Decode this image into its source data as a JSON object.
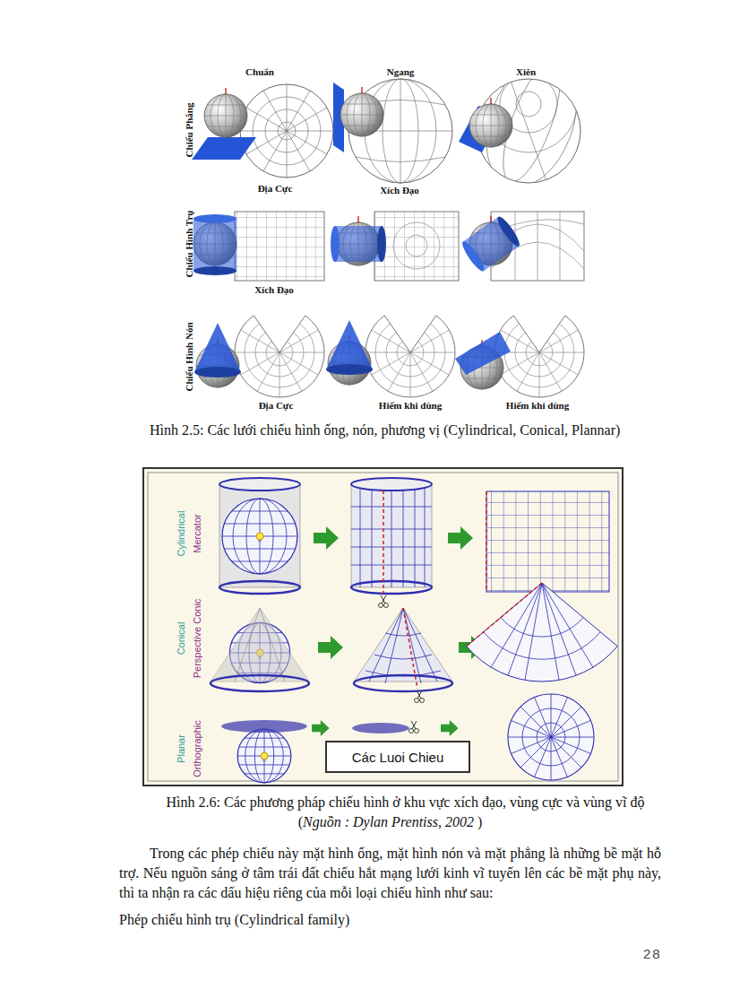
{
  "diagram": {
    "nodes": [
      {
        "text": [
          "Các Luoi Chieu"
        ]
      }
    ],
    "labels": [
      "Chuẩn",
      "Ngang",
      "Xiên",
      "Chiếu Phẳng",
      "Địa Cực",
      "Xích Đạo",
      "Chiếu Hình Trụ",
      "Xích Đạo",
      "Chiếu Hình Nón",
      "Địa Cực",
      "Hiếm khi dùng",
      "Hiếm khi dùng",
      "Hình 2.5: Các lưới chiếu hình ống, nón, phương vị (Cylindrical, Conical, Plannar)",
      "Cylindrical",
      "Mercator",
      "Conical",
      "Perspective Conic",
      "Planar",
      "Orthographic",
      "Hình 2.6: Các phương pháp chiếu hình ở khu vực xích đạo, vùng cực và vùng vĩ độ (",
      "Nguồn : Dylan Prentiss, 2002",
      " )",
      "Trong các phép chiếu này mặt hình ống, mặt hình nón và mặt phẳng là những bề mặt hỗ trợ. Nếu nguồn sáng ở tâm trái đất chiếu hắt mạng lưới kinh vĩ tuyến lên các bề mặt phụ này, thì ta nhận ra các dấu hiệu riêng của mỗi loại chiếu hình như sau:",
      "Phép chiếu hình trụ  (Cylindrical family)",
      "28"
    ]
  }
}
